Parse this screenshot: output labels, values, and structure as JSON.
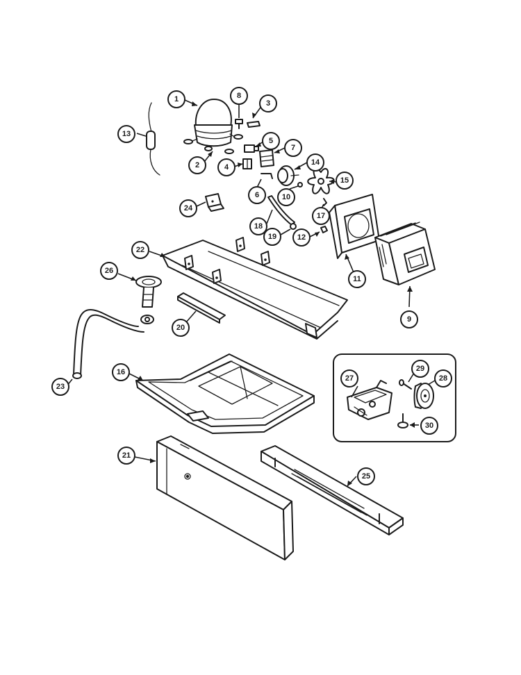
{
  "callouts": {
    "c1": "1",
    "c2": "2",
    "c3": "3",
    "c4": "4",
    "c5": "5",
    "c6": "6",
    "c7": "7",
    "c8": "8",
    "c9": "9",
    "c10": "10",
    "c11": "11",
    "c12": "12",
    "c13": "13",
    "c14": "14",
    "c15": "15",
    "c16": "16",
    "c17": "17",
    "c18": "18",
    "c19": "19",
    "c20": "20",
    "c21": "21",
    "c22": "22",
    "c23": "23",
    "c24": "24",
    "c25": "25",
    "c26": "26",
    "c27": "27",
    "c28": "28",
    "c29": "29",
    "c30": "30"
  },
  "colors": {
    "ink": "#1a1a1a",
    "paper": "#ffffff"
  }
}
